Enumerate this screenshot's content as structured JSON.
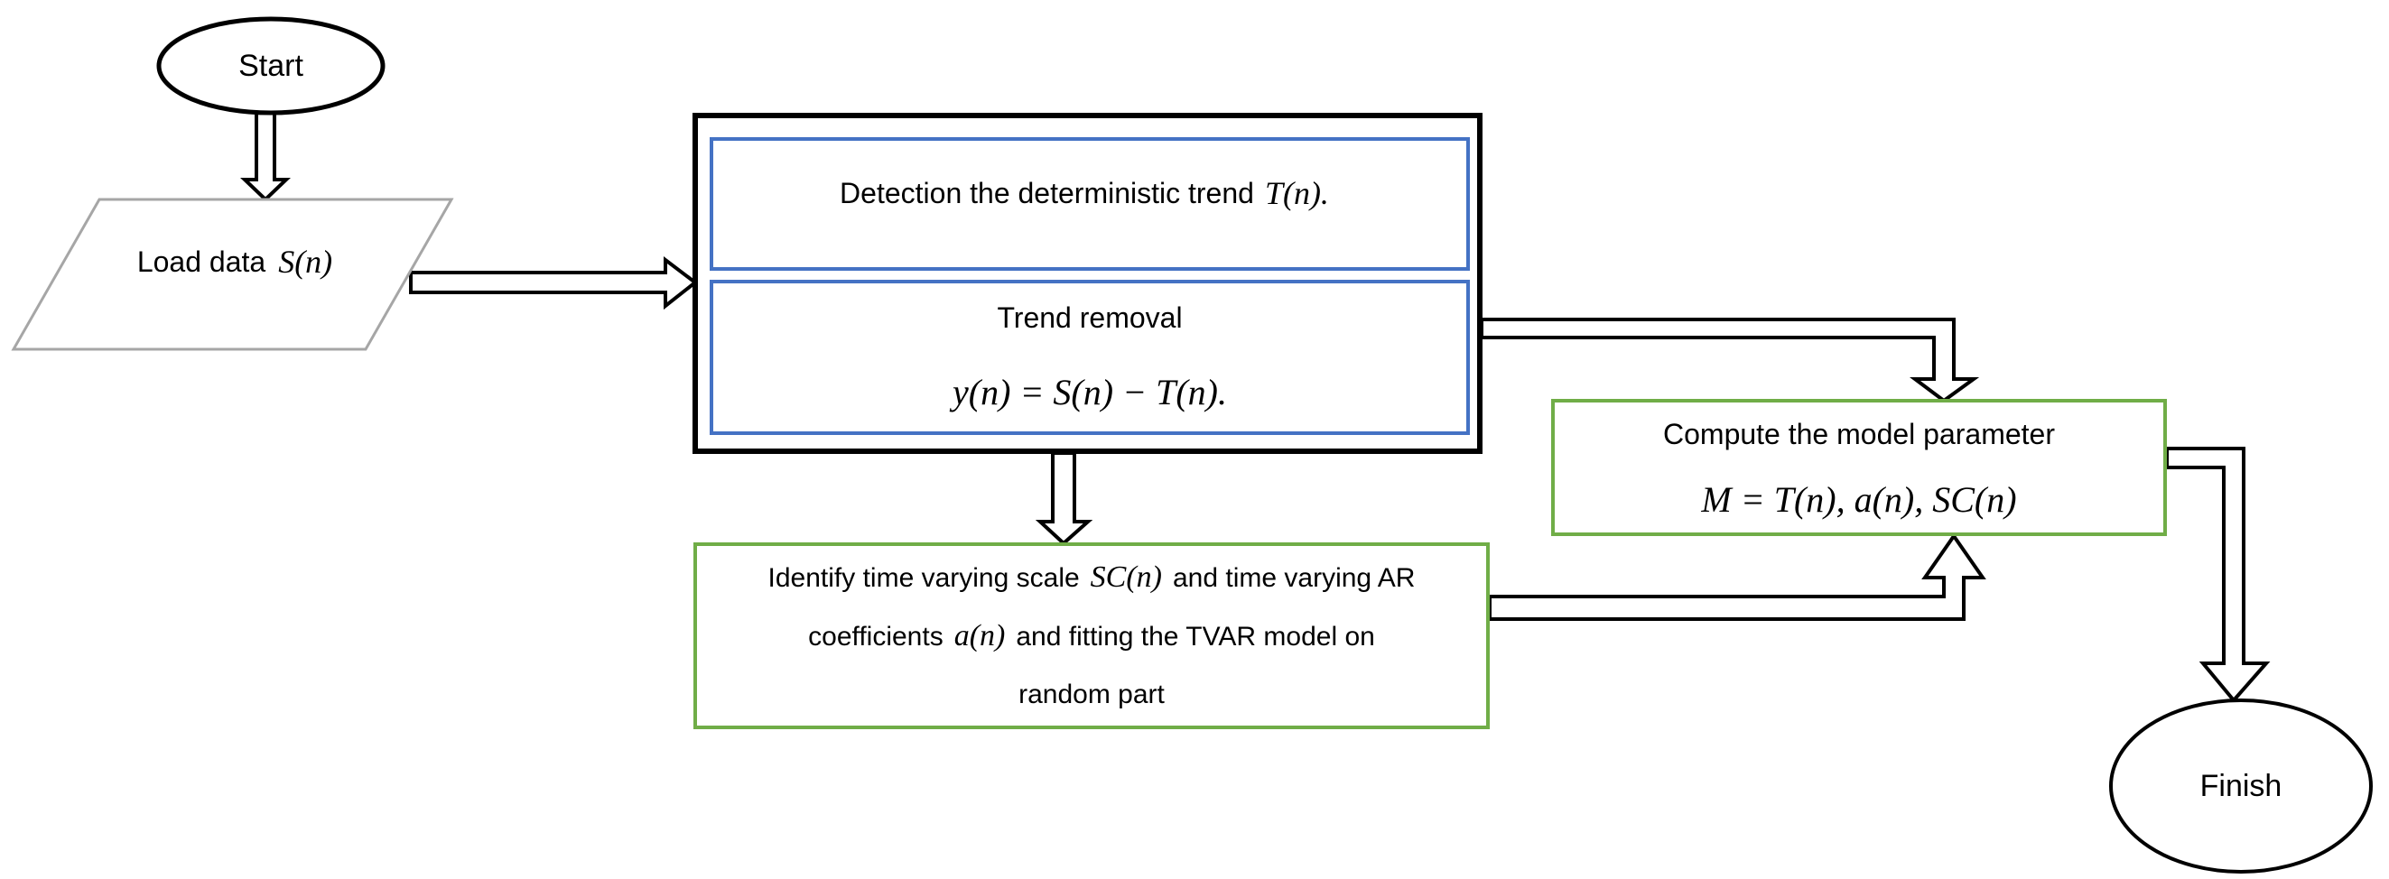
{
  "diagram": {
    "type": "flowchart",
    "colors": {
      "blue_border": "#4472C4",
      "green_border": "#70AD47",
      "gray_border": "#A6A6A6",
      "shape_outline": "#000000",
      "background": "#FFFFFF"
    },
    "nodes": {
      "start": {
        "label": "Start",
        "shape": "ellipse"
      },
      "load": {
        "shape": "parallelogram",
        "text": "Load data",
        "math": "S(n)"
      },
      "process_group": {
        "shape": "rectangle",
        "detection": {
          "text": "Detection the deterministic trend",
          "math": "T(n)."
        },
        "trend_removal": {
          "title": "Trend removal",
          "formula": "y(n) = S(n) − T(n)."
        }
      },
      "compute": {
        "shape": "rectangle",
        "title": "Compute the model parameter",
        "formula": "M = T(n), a(n), SC(n)"
      },
      "identify": {
        "shape": "rectangle",
        "line1_text1": "Identify time varying scale",
        "line1_math": "SC(n)",
        "line1_text2": "and time varying AR",
        "line2_text1": "coefficients",
        "line2_math": "a(n)",
        "line2_text2": "and fitting the TVAR model on",
        "line3_text": "random part"
      },
      "finish": {
        "label": "Finish",
        "shape": "ellipse"
      }
    },
    "edges": [
      "start -> load",
      "load -> process_group",
      "process_group -> identify",
      "process_group -> compute",
      "identify -> compute",
      "compute -> finish"
    ]
  }
}
